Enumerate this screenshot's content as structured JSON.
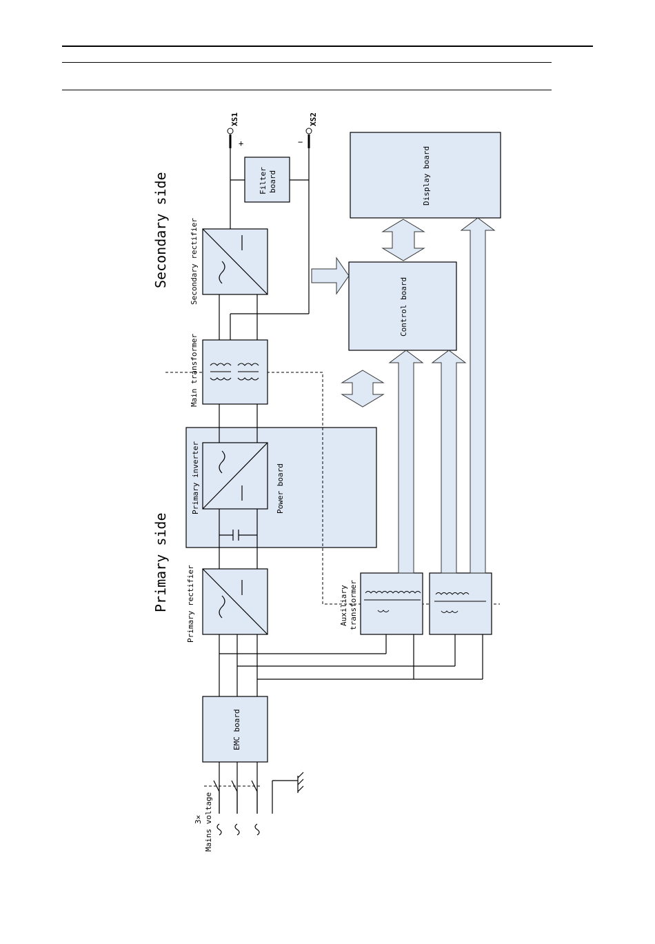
{
  "labels": {
    "secondary_side": "Secondary side",
    "primary_side": "Primary side",
    "xs1": "XS1",
    "xs2": "XS2",
    "plus": "+",
    "minus": "−",
    "filter_board_line1": "Filter",
    "filter_board_line2": "board",
    "display_board": "Display board",
    "control_board": "Control board",
    "power_board": "Power board",
    "secondary_rectifier": "Secondary rectifier",
    "main_transformer": "Main transformer",
    "primary_inverter": "Primary inverter",
    "primary_rectifier": "Primary rectifier",
    "emc_board": "EMC board",
    "auxiliary_line1": "Auxiliary",
    "auxiliary_line2": "transformer",
    "mains_line1": "3×",
    "mains_line2": "Mains voltage"
  },
  "colors": {
    "block_fill": "#dfe8f5",
    "line": "#000000"
  }
}
